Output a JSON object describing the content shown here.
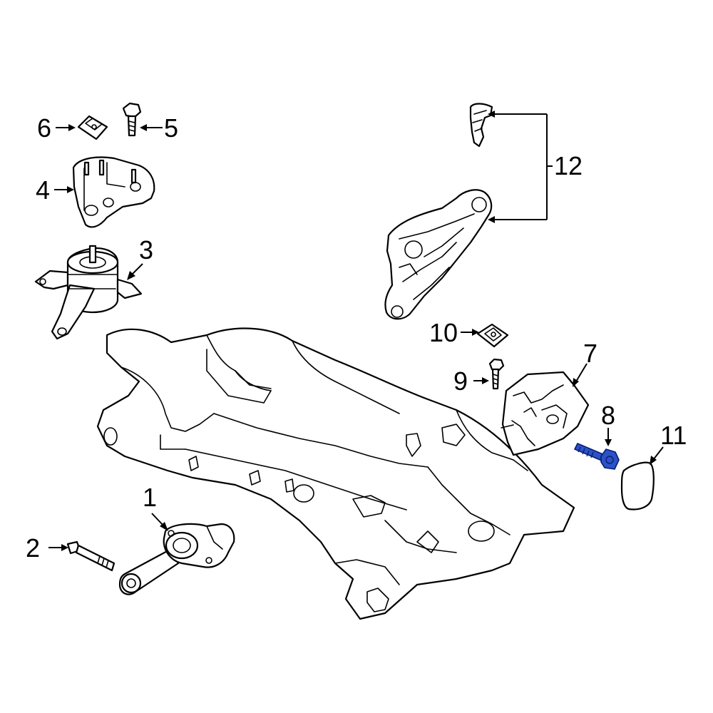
{
  "diagram": {
    "callouts": [
      {
        "id": "1",
        "label": "1"
      },
      {
        "id": "2",
        "label": "2"
      },
      {
        "id": "3",
        "label": "3"
      },
      {
        "id": "4",
        "label": "4"
      },
      {
        "id": "5",
        "label": "5"
      },
      {
        "id": "6",
        "label": "6"
      },
      {
        "id": "7",
        "label": "7"
      },
      {
        "id": "8",
        "label": "8"
      },
      {
        "id": "9",
        "label": "9"
      },
      {
        "id": "10",
        "label": "10"
      },
      {
        "id": "11",
        "label": "11"
      },
      {
        "id": "12",
        "label": "12"
      }
    ],
    "highlight_color": "#2b52c8",
    "highlighted_part": "8"
  }
}
